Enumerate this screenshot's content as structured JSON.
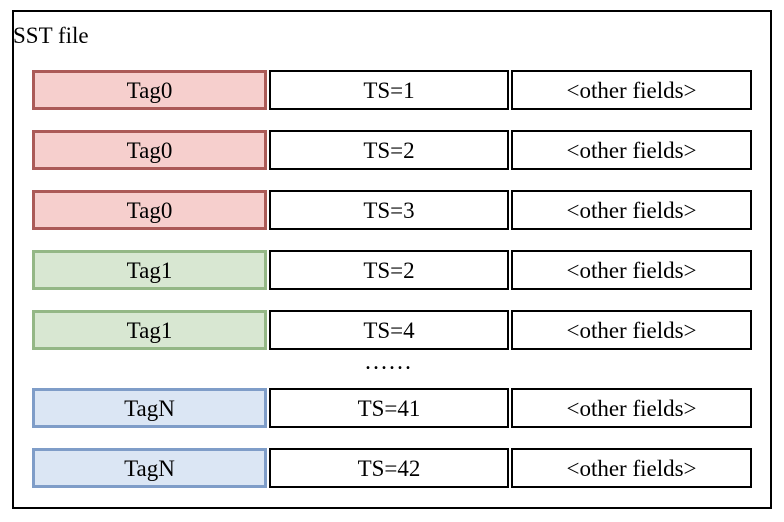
{
  "diagram": {
    "title": "SST file",
    "ellipsis": "......",
    "rows": [
      {
        "tag": "Tag0",
        "ts": "TS=1",
        "other": "<other fields>",
        "group": "tag0"
      },
      {
        "tag": "Tag0",
        "ts": "TS=2",
        "other": "<other fields>",
        "group": "tag0"
      },
      {
        "tag": "Tag0",
        "ts": "TS=3",
        "other": "<other fields>",
        "group": "tag0"
      },
      {
        "tag": "Tag1",
        "ts": "TS=2",
        "other": "<other fields>",
        "group": "tag1"
      },
      {
        "tag": "Tag1",
        "ts": "TS=4",
        "other": "<other fields>",
        "group": "tag1"
      },
      {
        "tag": "TagN",
        "ts": "TS=41",
        "other": "<other fields>",
        "group": "tagN"
      },
      {
        "tag": "TagN",
        "ts": "TS=42",
        "other": "<other fields>",
        "group": "tagN"
      }
    ],
    "colors": {
      "tag0_fill": "#f6cfcd",
      "tag0_border": "#ab5a57",
      "tag1_fill": "#d8e7d2",
      "tag1_border": "#94b786",
      "tagN_fill": "#dbe6f4",
      "tagN_border": "#7f9dc8",
      "record_cell_fill": "#ffffff",
      "record_cell_border": "#000000",
      "outer_border": "#000000"
    }
  }
}
